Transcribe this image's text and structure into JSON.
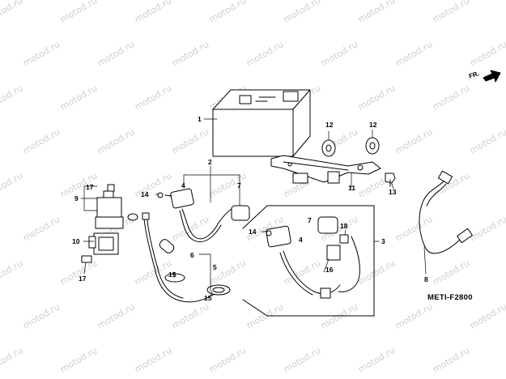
{
  "watermark": "motod.ru",
  "diagram_code": "METI-F2800",
  "direction_label": "FR.",
  "callouts": [
    {
      "id": "c1",
      "text": "1"
    },
    {
      "id": "c2",
      "text": "2"
    },
    {
      "id": "c3",
      "text": "3"
    },
    {
      "id": "c4a",
      "text": "4"
    },
    {
      "id": "c4b",
      "text": "4"
    },
    {
      "id": "c5",
      "text": "5"
    },
    {
      "id": "c6",
      "text": "6"
    },
    {
      "id": "c7a",
      "text": "7"
    },
    {
      "id": "c7b",
      "text": "7"
    },
    {
      "id": "c8",
      "text": "8"
    },
    {
      "id": "c9",
      "text": "9"
    },
    {
      "id": "c10",
      "text": "10"
    },
    {
      "id": "c11",
      "text": "11"
    },
    {
      "id": "c12a",
      "text": "12"
    },
    {
      "id": "c12b",
      "text": "12"
    },
    {
      "id": "c13",
      "text": "13"
    },
    {
      "id": "c14a",
      "text": "14"
    },
    {
      "id": "c14b",
      "text": "14"
    },
    {
      "id": "c15a",
      "text": "15"
    },
    {
      "id": "c15b",
      "text": "15"
    },
    {
      "id": "c16",
      "text": "16"
    },
    {
      "id": "c17a",
      "text": "17"
    },
    {
      "id": "c17b",
      "text": "17"
    },
    {
      "id": "c18",
      "text": "18"
    }
  ]
}
